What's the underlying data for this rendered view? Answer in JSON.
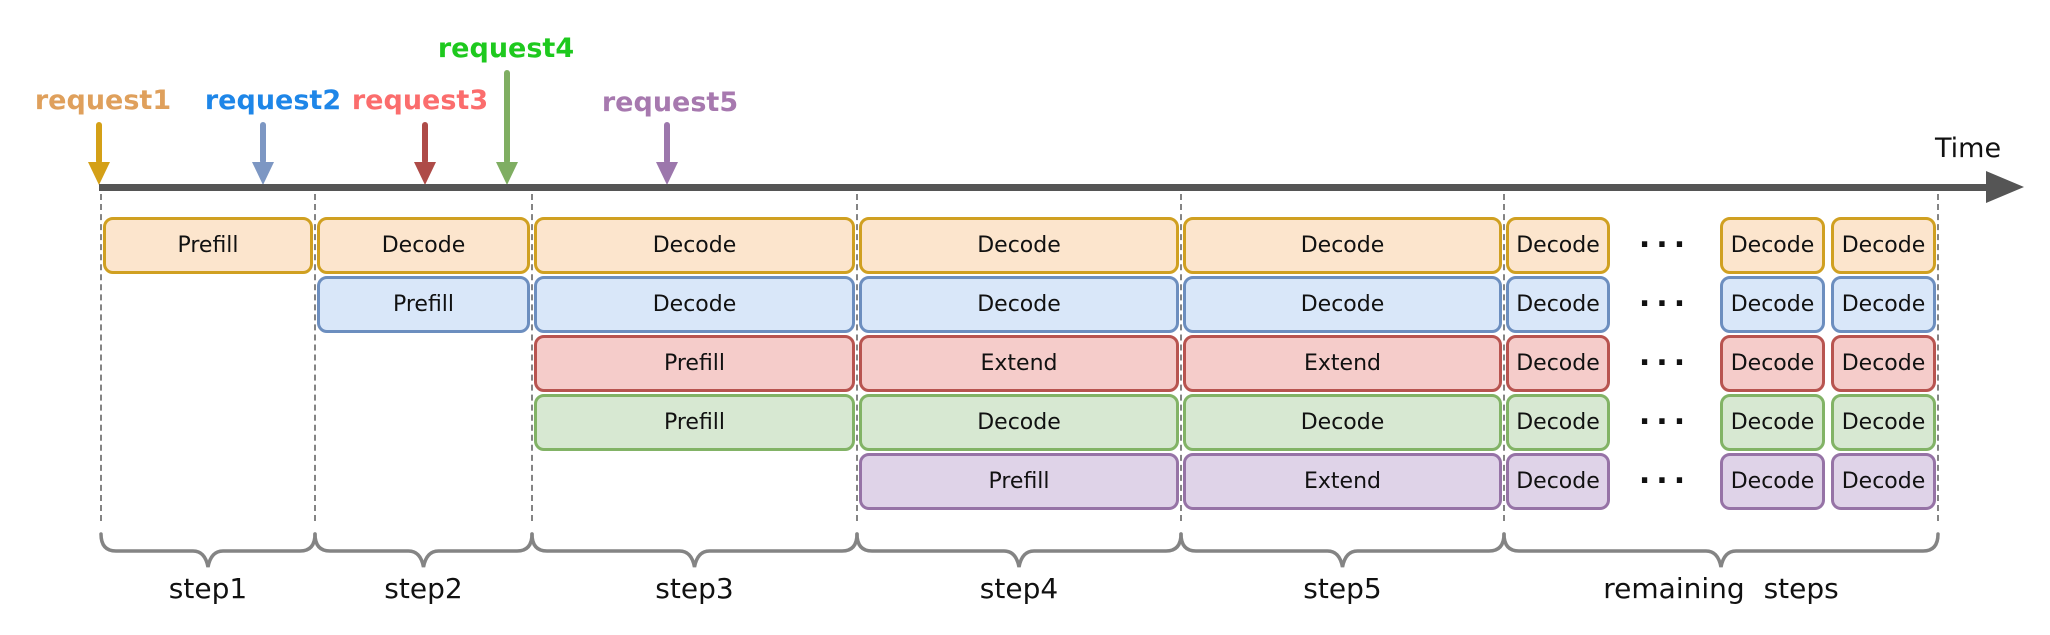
{
  "time_axis": {
    "label": "Time",
    "line_color": "#555555"
  },
  "requests": [
    {
      "id": "request1",
      "label": "request1",
      "text_color": "#DFA05C",
      "arrow_color": "#D4A017",
      "box_fill": "#FCE5CD",
      "box_stroke": "#D0A021"
    },
    {
      "id": "request2",
      "label": "request2",
      "text_color": "#1E86E8",
      "arrow_color": "#7D97C3",
      "box_fill": "#D9E7F9",
      "box_stroke": "#6C8EBF"
    },
    {
      "id": "request3",
      "label": "request3",
      "text_color": "#FB6D6D",
      "arrow_color": "#AE4B48",
      "box_fill": "#F5CCCA",
      "box_stroke": "#B85450"
    },
    {
      "id": "request4",
      "label": "request4",
      "text_color": "#1EC91E",
      "arrow_color": "#7FAE62",
      "box_fill": "#D7E8D2",
      "box_stroke": "#82B366"
    },
    {
      "id": "request5",
      "label": "request5",
      "text_color": "#A779AF",
      "arrow_color": "#9C77AC",
      "box_fill": "#DFD3E8",
      "box_stroke": "#9673A6"
    }
  ],
  "rows": [
    {
      "request_index": 0,
      "dots": "...",
      "cells": [
        {
          "col": 0,
          "label": "Prefill"
        },
        {
          "col": 1,
          "label": "Decode"
        },
        {
          "col": 2,
          "label": "Decode"
        },
        {
          "col": 3,
          "label": "Decode"
        },
        {
          "col": 4,
          "label": "Decode"
        },
        {
          "col": 5,
          "label": "Decode"
        },
        {
          "col": 6,
          "label": "Decode"
        },
        {
          "col": 7,
          "label": "Decode"
        }
      ]
    },
    {
      "request_index": 1,
      "dots": "...",
      "cells": [
        {
          "col": 1,
          "label": "Prefill"
        },
        {
          "col": 2,
          "label": "Decode"
        },
        {
          "col": 3,
          "label": "Decode"
        },
        {
          "col": 4,
          "label": "Decode"
        },
        {
          "col": 5,
          "label": "Decode"
        },
        {
          "col": 6,
          "label": "Decode"
        },
        {
          "col": 7,
          "label": "Decode"
        }
      ]
    },
    {
      "request_index": 2,
      "dots": "...",
      "cells": [
        {
          "col": 2,
          "label": "Prefill"
        },
        {
          "col": 3,
          "label": "Extend"
        },
        {
          "col": 4,
          "label": "Extend"
        },
        {
          "col": 5,
          "label": "Decode"
        },
        {
          "col": 6,
          "label": "Decode"
        },
        {
          "col": 7,
          "label": "Decode"
        }
      ]
    },
    {
      "request_index": 3,
      "dots": "...",
      "cells": [
        {
          "col": 2,
          "label": "Prefill"
        },
        {
          "col": 3,
          "label": "Decode"
        },
        {
          "col": 4,
          "label": "Decode"
        },
        {
          "col": 5,
          "label": "Decode"
        },
        {
          "col": 6,
          "label": "Decode"
        },
        {
          "col": 7,
          "label": "Decode"
        }
      ]
    },
    {
      "request_index": 4,
      "dots": "...",
      "cells": [
        {
          "col": 3,
          "label": "Prefill"
        },
        {
          "col": 4,
          "label": "Extend"
        },
        {
          "col": 5,
          "label": "Decode"
        },
        {
          "col": 6,
          "label": "Decode"
        },
        {
          "col": 7,
          "label": "Decode"
        }
      ]
    }
  ],
  "steps": [
    {
      "label": "step1"
    },
    {
      "label": "step2"
    },
    {
      "label": "step3"
    },
    {
      "label": "step4"
    },
    {
      "label": "step5"
    },
    {
      "label": "remaining steps"
    }
  ]
}
